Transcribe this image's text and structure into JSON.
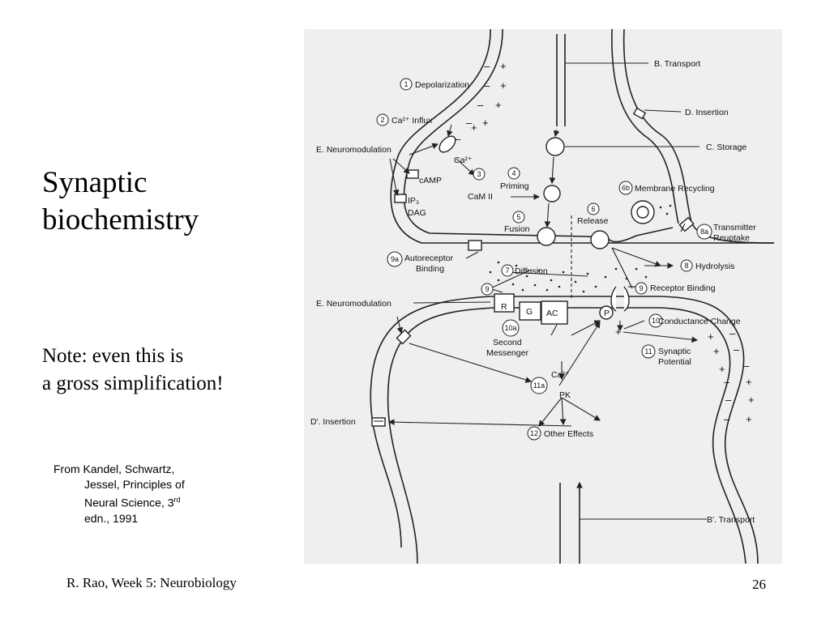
{
  "slide": {
    "title_line1": "Synaptic",
    "title_line2": "biochemistry",
    "note_line1": "Note: even this is",
    "note_line2": "a gross simplification!",
    "citation_line1": "From Kandel, Schwartz,",
    "citation_line2": "Jessel, Principles of",
    "citation_line3_pre": "Neural Science, 3",
    "citation_line3_sup": "rd",
    "citation_line4": "edn., 1991",
    "footer_left": "R. Rao, Week 5: Neurobiology",
    "page_number": "26"
  },
  "diagram": {
    "labels": {
      "transport": "B.  Transport",
      "insertion": "D.  Insertion",
      "storage": "C.  Storage",
      "depolarization": "Depolarization",
      "ca_influx": "Ca²⁺ Influx",
      "neuromod_pre": "E.  Neuromodulation",
      "camp": "cAMP",
      "ip3": "IP₃",
      "dag": "DAG",
      "ca_pre": "Ca²⁺",
      "camii": "CaM II",
      "priming": "Priming",
      "fusion": "Fusion",
      "release": "Release",
      "membrane_recycling": "Membrane Recycling",
      "transmitter": "Transmitter",
      "reuptake": "Reuptake",
      "autoreceptor1": "Autoreceptor",
      "autoreceptor2": "Binding",
      "diffusion": "Diffusion",
      "hydrolysis": "Hydrolysis",
      "receptor_binding": "Receptor Binding",
      "neuromod_post": "E.  Neuromodulation",
      "r": "R",
      "g": "G",
      "ac": "AC",
      "p": "P",
      "second1": "Second",
      "second2": "Messenger",
      "conductance": "Conductance Change",
      "synaptic1": "Synaptic",
      "synaptic2": "Potential",
      "ca_post": "Ca²⁺",
      "pk": "PK",
      "other_effects": "Other Effects",
      "d_insertion": "D'.  Insertion",
      "b_transport": "B'.  Transport"
    },
    "numbers": {
      "n1": "1",
      "n2": "2",
      "n3": "3",
      "n4": "4",
      "n5": "5",
      "n6": "6",
      "n6b": "6b",
      "n7": "7",
      "n8": "8",
      "n8a": "8a",
      "n9": "9",
      "n9b": "9",
      "n9a": "9a",
      "n10": "10",
      "n10a": "10a",
      "n11": "11",
      "n11a": "11a",
      "n12": "12"
    }
  }
}
